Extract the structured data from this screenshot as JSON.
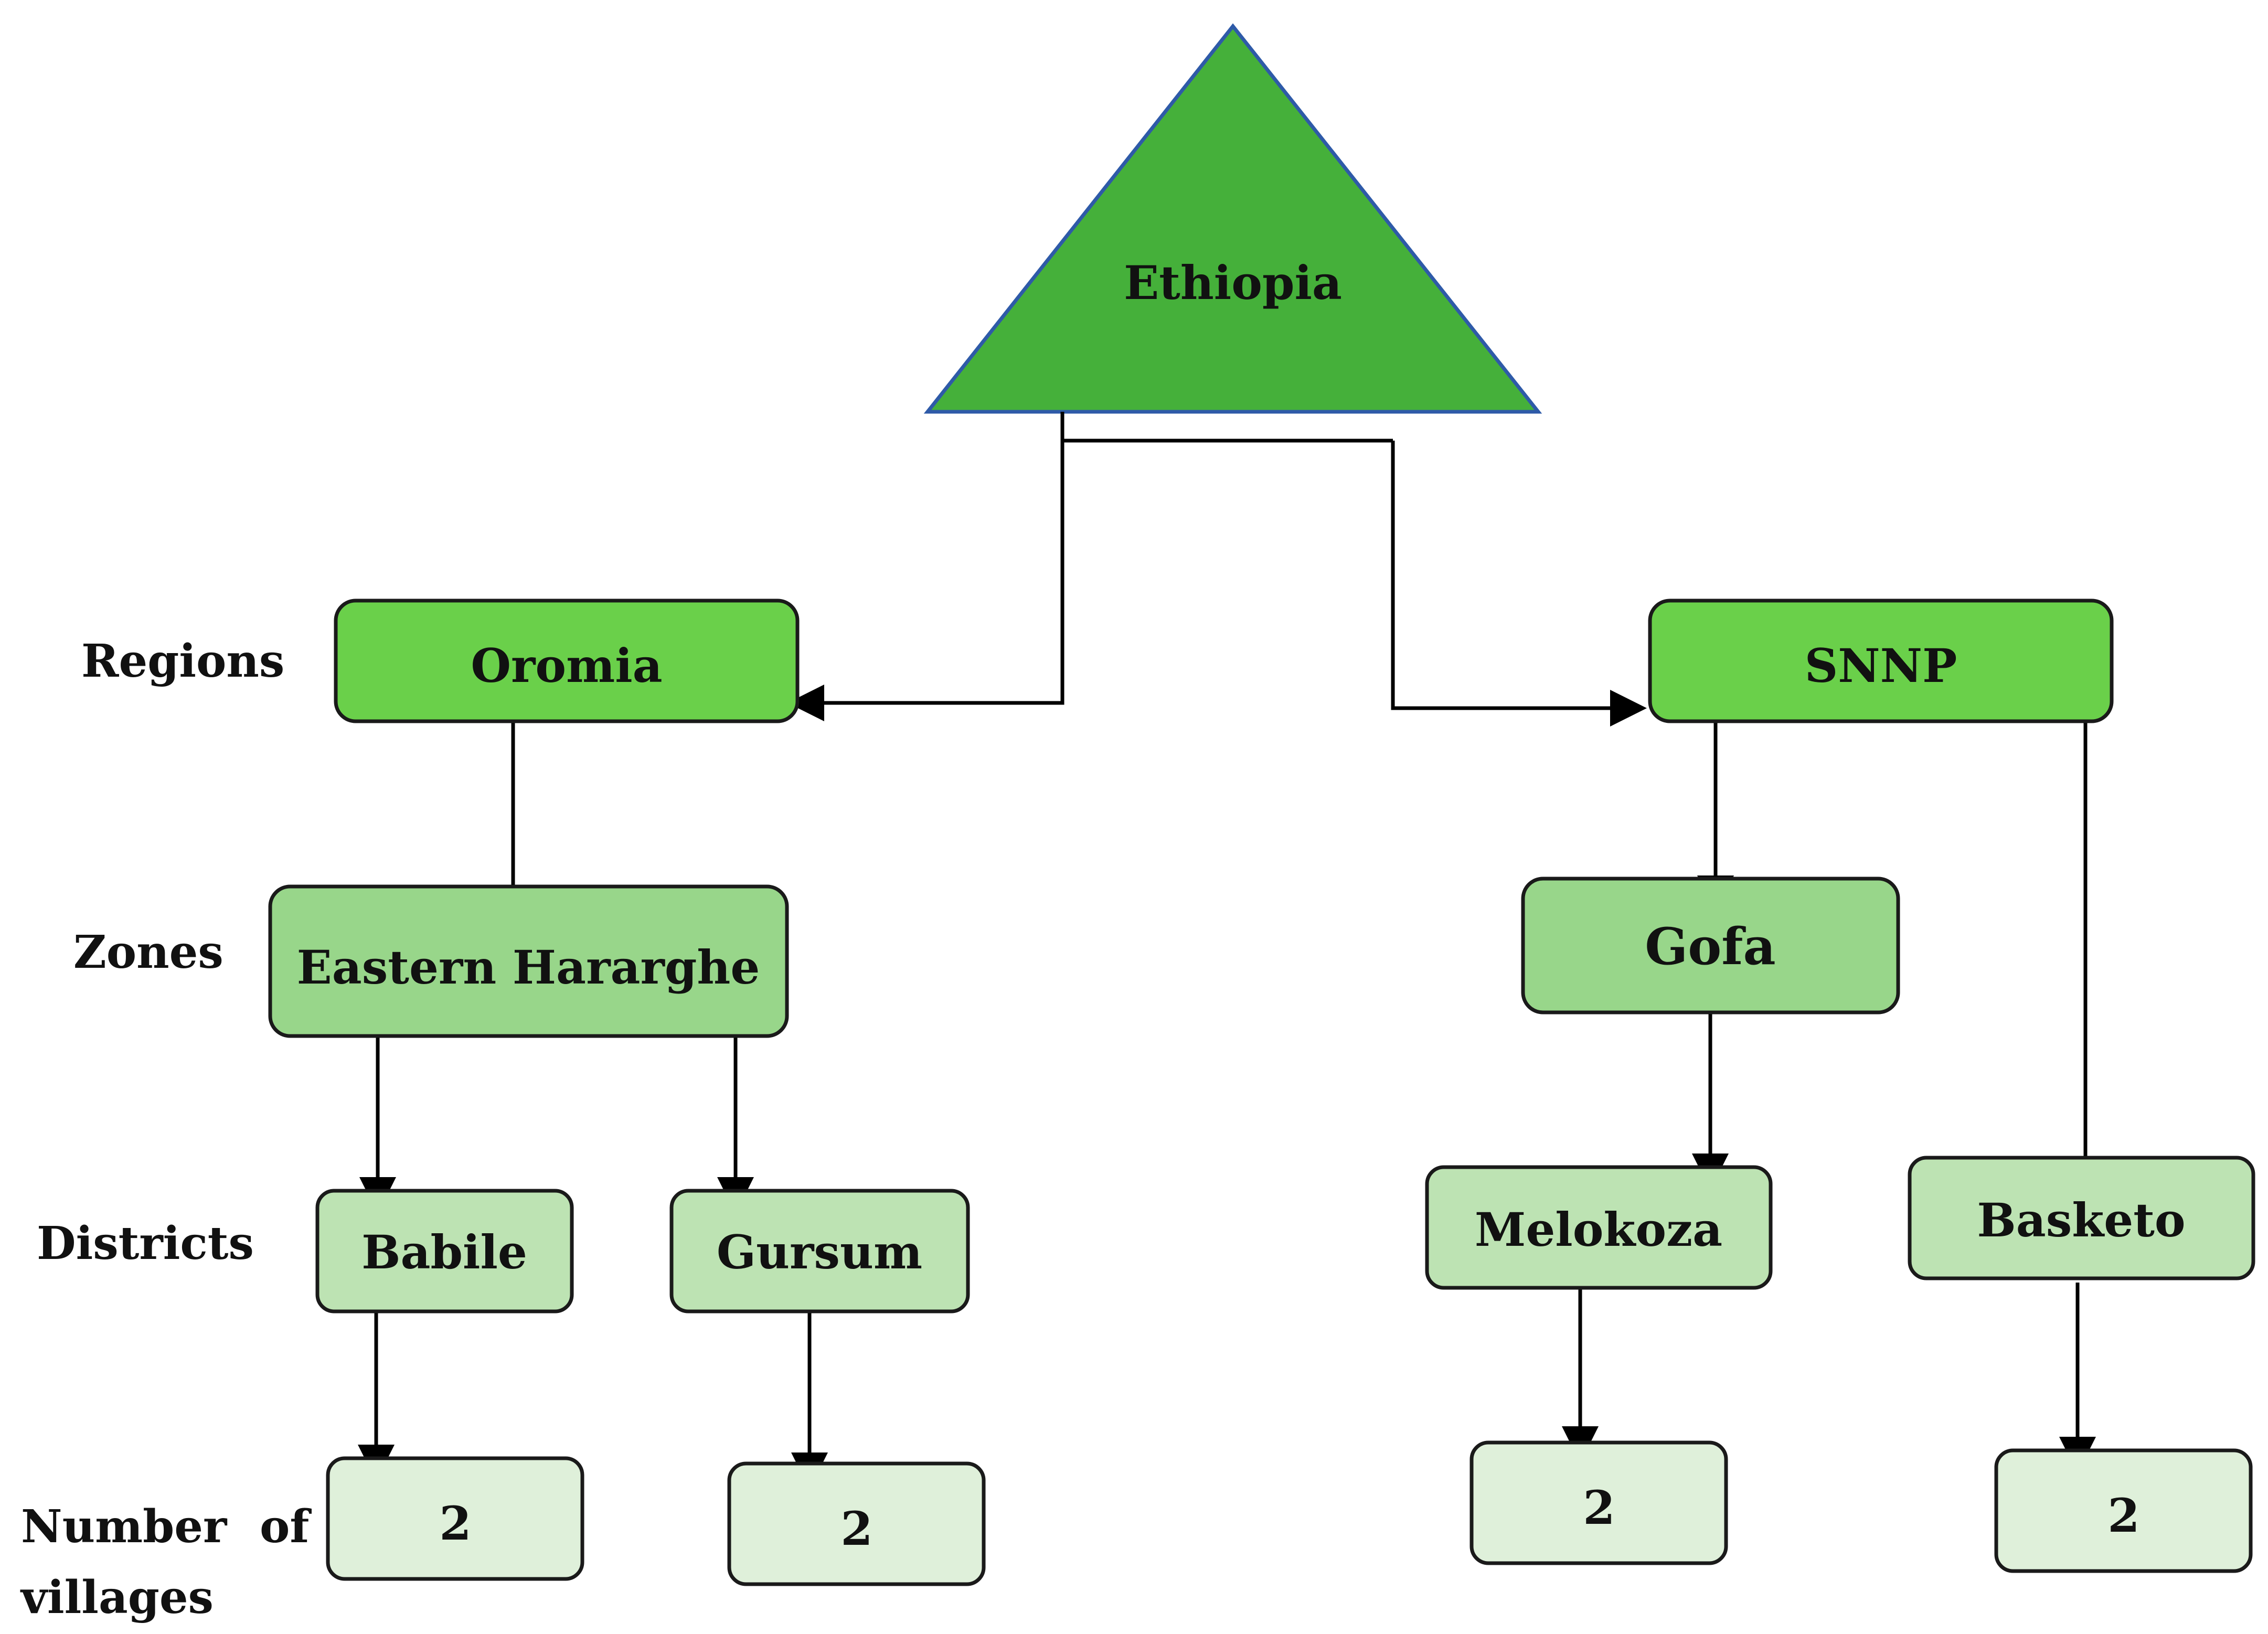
{
  "colors": {
    "country": "#45b03a",
    "country_border": "#2e5aa8",
    "region": "#6ad04a",
    "zone": "#98d68a",
    "district": "#bde3b3",
    "villages": "#dff0da",
    "line": "#000000"
  },
  "levels": {
    "regions": "Regions",
    "zones": "Zones",
    "districts": "Districts",
    "villages_line1": "Number",
    "villages_line1_of": "of",
    "villages_line2": "villages"
  },
  "country": {
    "label": "Ethiopia"
  },
  "regions": [
    {
      "id": "oromia",
      "label": "Oromia"
    },
    {
      "id": "snnp",
      "label": "SNNP"
    }
  ],
  "zones": [
    {
      "id": "eastern-hararghe",
      "label": "Eastern Hararghe",
      "parent": "oromia"
    },
    {
      "id": "gofa",
      "label": "Gofa",
      "parent": "snnp"
    }
  ],
  "districts": [
    {
      "id": "babile",
      "label": "Babile",
      "parent": "eastern-hararghe"
    },
    {
      "id": "gursum",
      "label": "Gursum",
      "parent": "eastern-hararghe"
    },
    {
      "id": "melokoza",
      "label": "Melokoza",
      "parent": "gofa"
    },
    {
      "id": "basketo",
      "label": "Basketo",
      "parent": "snnp"
    }
  ],
  "villages": [
    {
      "district": "babile",
      "count": "2"
    },
    {
      "district": "gursum",
      "count": "2"
    },
    {
      "district": "melokoza",
      "count": "2"
    },
    {
      "district": "basketo",
      "count": "2"
    }
  ]
}
